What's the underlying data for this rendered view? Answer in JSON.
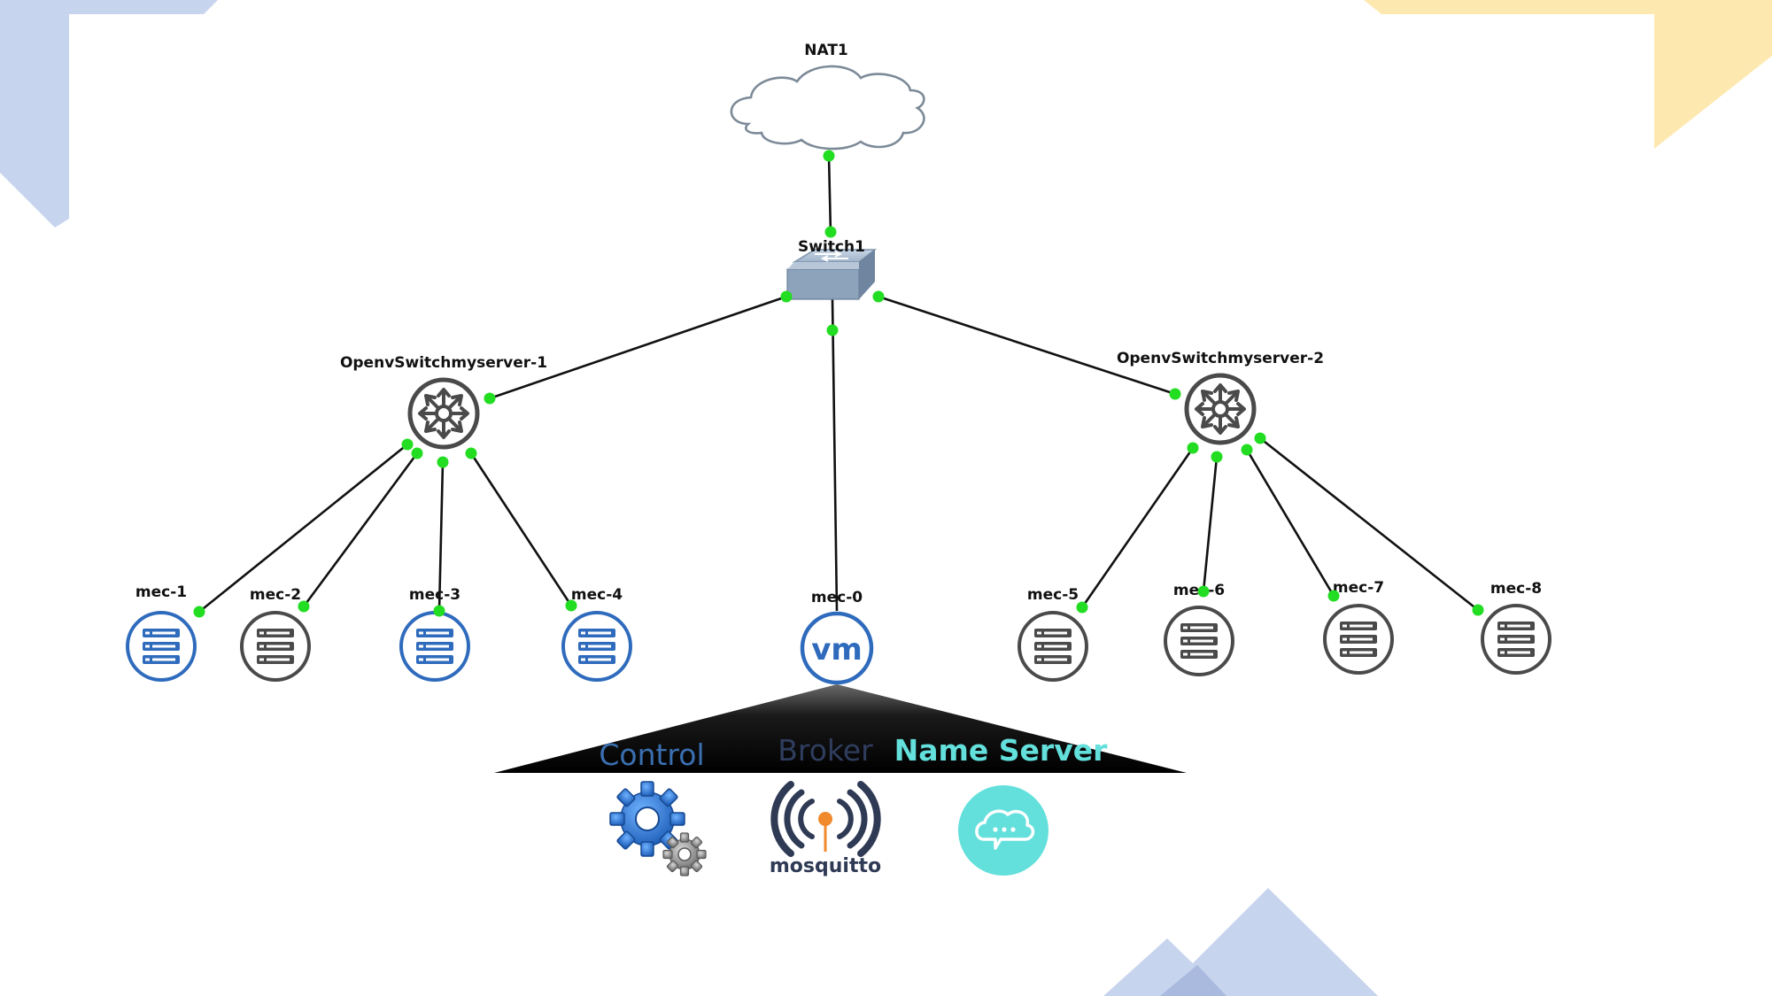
{
  "diagram": {
    "nodes": {
      "nat": "NAT1",
      "switch": "Switch1",
      "ovs1": "OpenvSwitchmyserver-1",
      "ovs2": "OpenvSwitchmyserver-2",
      "mec0": "mec-0",
      "mec1": "mec-1",
      "mec2": "mec-2",
      "mec3": "mec-3",
      "mec4": "mec-4",
      "mec5": "mec-5",
      "mec6": "mec-6",
      "mec7": "mec-7",
      "mec8": "mec-8"
    },
    "vm_logo": "vm",
    "services": {
      "control": "Control",
      "broker": "Broker",
      "name_server": "Name Server",
      "mosquitto_logo": "mosquitto"
    },
    "colors": {
      "link": "#111111",
      "port": "#22dd22",
      "host_blue": "#2f6bbd",
      "host_gray": "#4a4a4a",
      "control_text": "#3a6fb0",
      "broker_text": "#2f3d5e",
      "name_server_text": "#63e0dc",
      "deco_blue": "#c7d4ee",
      "deco_yellow": "#fde9b0"
    }
  }
}
